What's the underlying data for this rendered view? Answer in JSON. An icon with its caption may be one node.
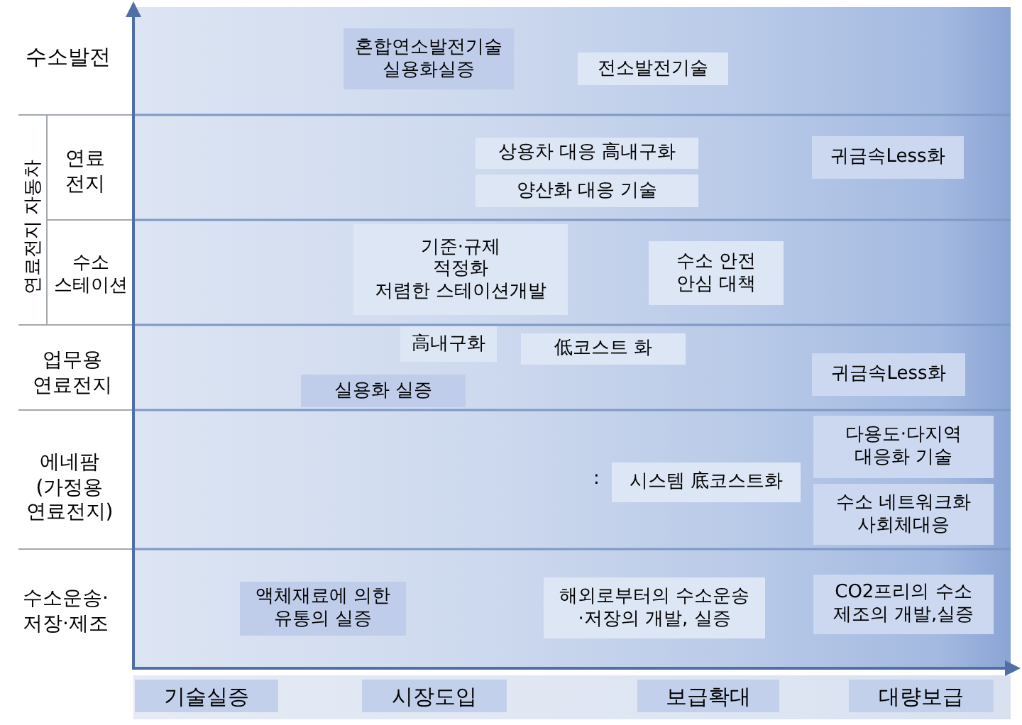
{
  "diagram": {
    "nodes": [
      {
        "text": [
          "혼합연소발전기술 실용화실증"
        ]
      },
      {
        "text": [
          "전소발전기술"
        ]
      },
      {
        "text": [
          "상용차 대응 高내구화"
        ]
      },
      {
        "text": [
          "귀금속Less화"
        ]
      },
      {
        "text": [
          "양산화 대응 기술"
        ]
      },
      {
        "text": [
          "기준·규제 적정화 저렴한 스테이션개발"
        ]
      },
      {
        "text": [
          "수소 안전 안심 대책"
        ]
      },
      {
        "text": [
          "高내구화"
        ]
      },
      {
        "text": [
          "低코스트 화"
        ]
      },
      {
        "text": [
          "귀금속Less화"
        ]
      },
      {
        "text": [
          "실용화 실증"
        ]
      },
      {
        "text": [
          "다용도·다지역 대응화 기술"
        ]
      },
      {
        "text": [
          "시스템 底코스트화"
        ],
        "beside": [
          ":"
        ]
      },
      {
        "text": [
          "수소 네트워크화 사회체대응"
        ]
      },
      {
        "text": [
          "액체재료에 의한 유통의 실증"
        ]
      },
      {
        "text": [
          "해외로부터의 수소운송 ·저장의 개발, 실증"
        ]
      },
      {
        "text": [
          "CO2프리의 수소 제조의 개발,실증"
        ]
      },
      {
        "text": [
          "기술실증"
        ]
      },
      {
        "text": [
          "시장도입"
        ]
      },
      {
        "text": [
          "보급확대"
        ]
      },
      {
        "text": [
          "대량보급"
        ]
      }
    ],
    "labels": [
      "수소발전",
      "연료전지 자동차",
      "연료 전지",
      "수소 스테이션",
      "업무용 연료전지",
      "에네팜 (가정용 연료전지)",
      "수소운송· 저장·제조"
    ]
  }
}
